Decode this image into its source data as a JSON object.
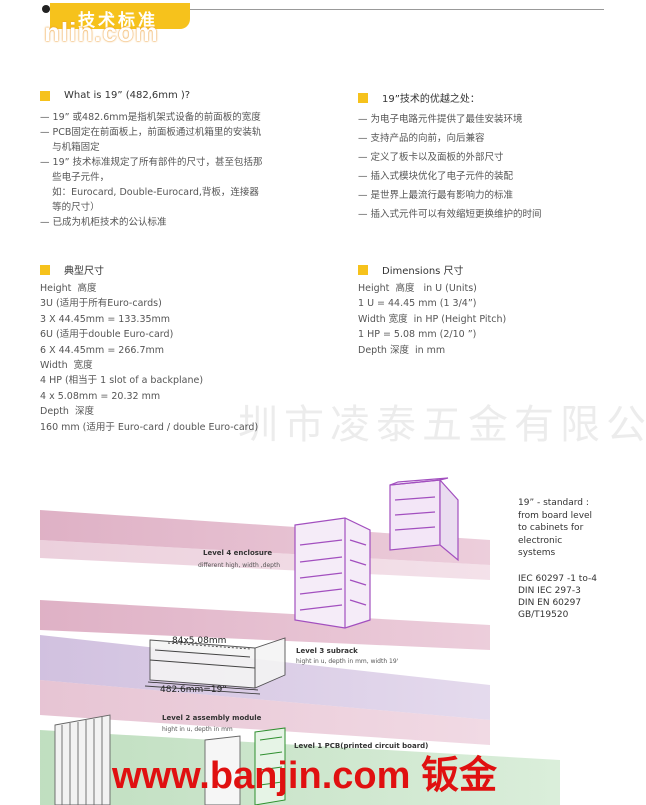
{
  "header": {
    "title": "技术标准",
    "logo": "nlin.com"
  },
  "sections": {
    "what_is": {
      "heading": "What is 19” (482,6mm )?",
      "lines": [
        "— 19” 或482.6mm是指机架式设备的前面板的宽度",
        "— PCB固定在前面板上，前面板通过机箱里的安装轨",
        "    与机箱固定",
        "— 19” 技术标准规定了所有部件的尺寸，甚至包括那",
        "    些电子元件，",
        "    如：Eurocard, Double-Eurocard,背板，连接器",
        "    等的尺寸）",
        "— 已成为机柜技术的公认标准"
      ]
    },
    "advantages": {
      "heading": "19”技术的优越之处：",
      "lines": [
        "— 为电子电路元件提供了最佳安装环境",
        "— 支持产品的向前，向后兼容",
        "— 定义了板卡以及面板的外部尺寸",
        "— 插入式模块优化了电子元件的装配",
        "— 是世界上最流行最有影响力的标准",
        "— 插入式元件可以有效缩短更换维护的时间"
      ]
    },
    "typical": {
      "heading": "典型尺寸",
      "lines": [
        "Height  高度",
        "3U (适用于所有Euro-cards)",
        "3 X 44.45mm = 133.35mm",
        "6U (适用于double Euro-card)",
        "6 X 44.45mm = 266.7mm",
        "Width  宽度",
        "4 HP (相当于 1 slot of a backplane)",
        "4 x 5.08mm = 20.32 mm",
        "Depth  深度",
        "160 mm (适用于 Euro-card / double Euro-card)"
      ]
    },
    "dimensions": {
      "heading": "Dimensions  尺寸",
      "lines": [
        "Height  高度   in U (Units)",
        "1 U = 44.45 mm (1 3/4”)",
        "Width 宽度  in HP (Height Pitch)",
        "1 HP = 5.08 mm (2/10 ”)",
        "Depth 深度  in mm"
      ]
    }
  },
  "watermark": "圳市凌泰五金有限公司",
  "diagram": {
    "standard_text": "19” - standard :\nfrom board level\nto cabinets for\nelectronic\nsystems",
    "standards_list": "IEC 60297 -1 to-4\nDIN IEC 297-3\nDIN EN 60297\nGB/T19520",
    "level4": "Level 4 enclosure",
    "level4_sub": "different high, width ,depth",
    "level3": "Level 3 subrack",
    "level3_sub": "hight in u, depth in mm, width 19'",
    "level2": "Level 2 assembly module",
    "level2_sub": "hight in u, depth in mm",
    "level1": "Level 1 PCB(printed circuit board)",
    "dim_top": "84x5.08mm",
    "dim_bottom": "482.6mm=19”",
    "colors": {
      "band_pink": "#d9a3bb",
      "band_lilac": "#cbb8d9",
      "band_green": "#bcd9bc",
      "accent": "#f6c21c",
      "cabinet": "#a24fbf"
    }
  },
  "banner": "www.banjin.com 钣金"
}
